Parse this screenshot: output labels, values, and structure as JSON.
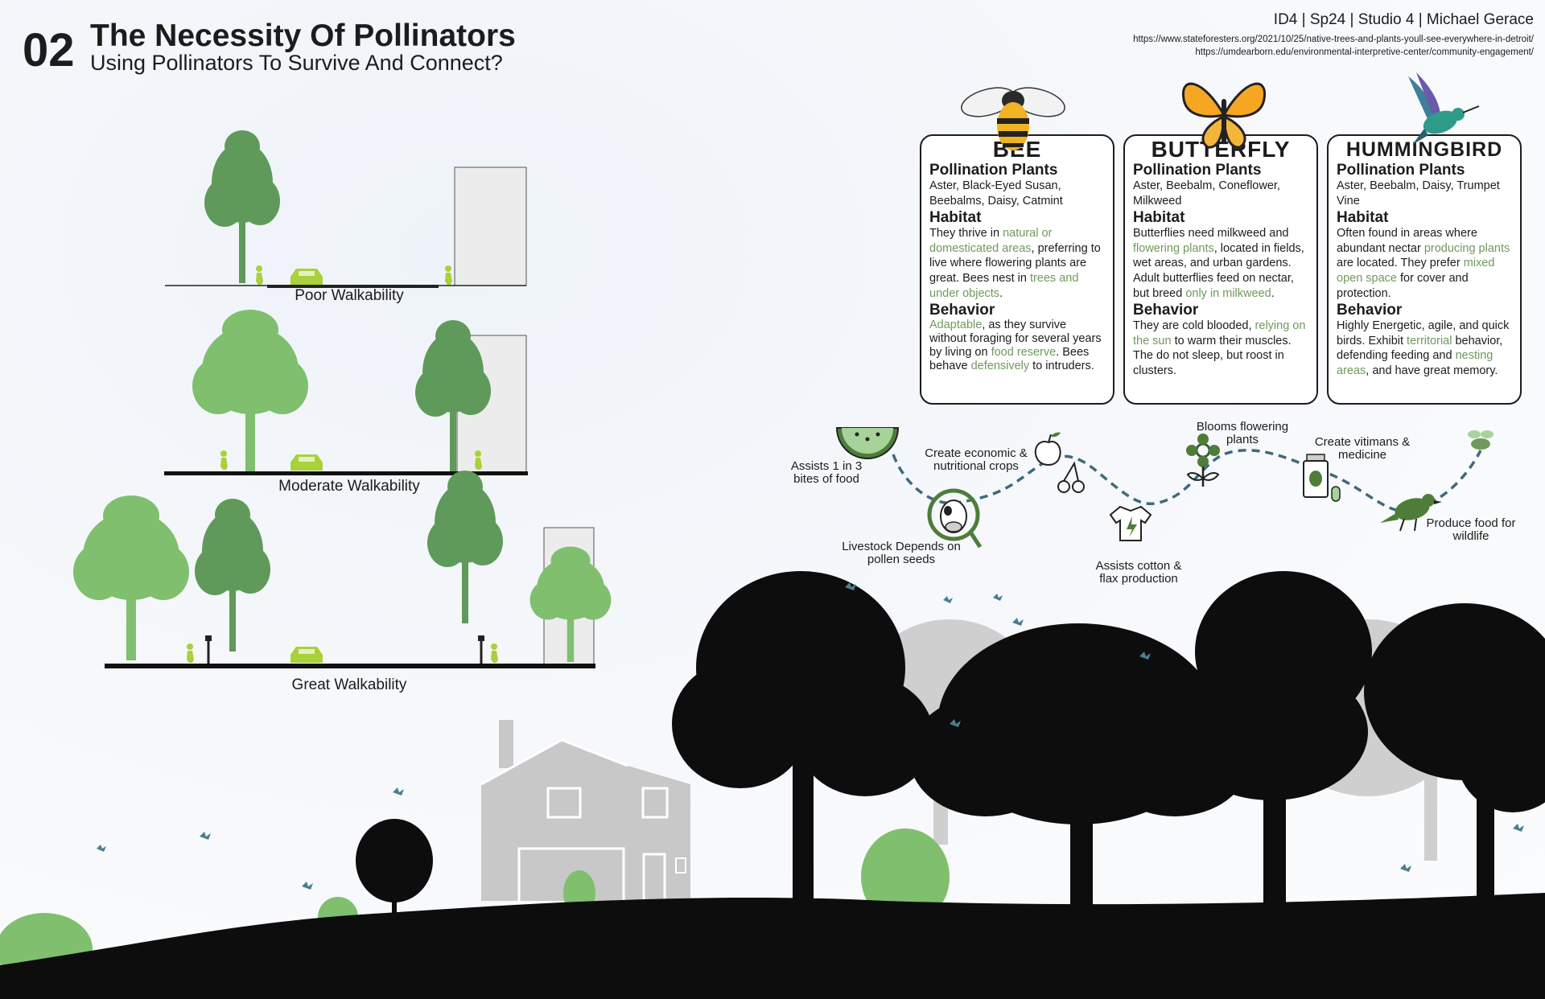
{
  "header": {
    "number": "02",
    "title": "The Necessity Of Pollinators",
    "subtitle": "Using Pollinators To Survive And Connect?",
    "credit": "ID4 | Sp24 | Studio 4 | Michael Gerace",
    "refs": [
      "https://www.stateforesters.org/2021/10/25/native-trees-and-plants-youll-see-everywhere-in-detroit/",
      "https://umdearborn.edu/environmental-interpretive-center/community-engagement/"
    ]
  },
  "streets": [
    {
      "label": "Poor Walkability"
    },
    {
      "label": "Moderate Walkability"
    },
    {
      "label": "Great Walkability"
    }
  ],
  "cards": {
    "bee": {
      "title": "BEE",
      "plants_heading": "Pollination Plants",
      "plants": "Aster, Black-Eyed Susan, Beebalms,  Daisy, Catmint",
      "habitat_heading": "Habitat",
      "habitat": [
        "They thrive in ",
        "natural or domesticated areas",
        ", preferring to live where flowering plants are great. Bees nest in ",
        "trees and under objects",
        "."
      ],
      "behavior_heading": "Behavior",
      "behavior": [
        "",
        "Adaptable",
        ", as they survive without foraging for several years by living on ",
        "food reserve",
        ". Bees behave ",
        "defensively",
        " to intruders."
      ]
    },
    "butterfly": {
      "title": "BUTTERFLY",
      "plants_heading": "Pollination Plants",
      "plants": "Aster, Beebalm, Coneflower, Milkweed",
      "habitat_heading": "Habitat",
      "habitat": [
        "Butterflies need milkweed and ",
        "flowering plants",
        ", located in fields, wet areas, and urban gardens. Adult butterflies feed on nectar, but breed ",
        "only in milkweed",
        "."
      ],
      "behavior_heading": "Behavior",
      "behavior": [
        "They are cold blooded, ",
        "relying on the sun",
        " to warm their muscles. The do not sleep, but roost in clusters."
      ]
    },
    "hummingbird": {
      "title": "HUMMINGBIRD",
      "plants_heading": "Pollination Plants",
      "plants": "Aster, Beebalm, Daisy, Trumpet Vine",
      "habitat_heading": "Habitat",
      "habitat": [
        "Often found in areas where abundant nectar ",
        "producing plants",
        " are located. They prefer ",
        "mixed open space",
        " for cover and protection."
      ],
      "behavior_heading": "Behavior",
      "behavior": [
        "Highly Energetic, agile, and quick birds. Exhibit ",
        "territorial",
        " behavior, defending feeding and ",
        "nesting areas",
        ", and have great memory."
      ]
    }
  },
  "benefits": {
    "food": "Assists 1 in 3 bites of food",
    "livestock": "Livestock Depends on pollen seeds",
    "crops": "Create economic & nutritional crops",
    "cotton": "Assists cotton & flax production",
    "blooms": "Blooms flowering plants",
    "vitamins": "Create vitimans & medicine",
    "wildlife": "Produce food for wildlife"
  },
  "colors": {
    "tree_dark": "#5f9a5a",
    "tree_light": "#7fbf6e",
    "accent_lime": "#a8d13a",
    "highlight": "#6e9a5c",
    "path": "#3f6a7a",
    "silhouette": "#0d0d0d",
    "ghost": "#cfcfcf"
  }
}
